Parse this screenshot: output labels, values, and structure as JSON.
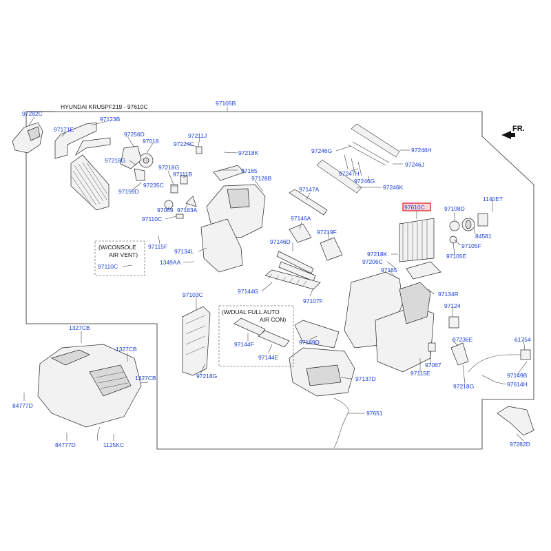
{
  "title": "HYUNDAI KRUSPF219 - 97610C",
  "orientation_label": "FR.",
  "highlighted_part": "97610C",
  "notes": {
    "console_vent_line1": "(W/CONSOLE",
    "console_vent_line2": "AIR VENT)",
    "dual_auto_line1": "(W/DUAL FULL AUTO",
    "dual_auto_line2": "AIR CON)"
  },
  "part_numbers": {
    "p97105B": "97105B",
    "p97282C_top": "97282C",
    "p97171E": "97171E",
    "p97123B": "97123B",
    "p97256D": "97256D",
    "p97018": "97018",
    "p97218G_a": "97218G",
    "p97159D": "97159D",
    "p97224C": "97224C",
    "p97211J": "97211J",
    "p97218G_b": "97218G",
    "p97111B": "97111B",
    "p97235C": "97235C",
    "p97069": "97069",
    "p97183A": "97183A",
    "p97110C": "97110C",
    "p97218K_a": "97218K",
    "p97165_a": "97165",
    "p97128B": "97128B",
    "p97246G_a": "97246G",
    "p97246H": "97246H",
    "p97246J": "97246J",
    "p97247H": "97247H",
    "p97246G_b": "97246G",
    "p97246K": "97246K",
    "p97147A": "97147A",
    "p97610C": "97610C",
    "p97108D": "97108D",
    "p1140ET": "1140ET",
    "p84581": "84581",
    "p97105F": "97105F",
    "p97105E": "97105E",
    "p97146A": "97146A",
    "p97219F": "97219F",
    "p97146D": "97146D",
    "p97115F": "97115F",
    "p97134L": "97134L",
    "p97110C_b": "97110C",
    "p1349AA": "1349AA",
    "p97218K_b": "97218K",
    "p97206C": "97206C",
    "p97165_b": "97165",
    "p97144G": "97144G",
    "p97107F": "97107F",
    "p97134R": "97134R",
    "p97124": "97124",
    "p97103C": "97103C",
    "p97144F": "97144F",
    "p97144E": "97144E",
    "p97189D": "97189D",
    "p97236E": "97236E",
    "p61754": "61754",
    "p97067": "97067",
    "p97115E": "97115E",
    "p97218G_c": "97218G",
    "p97149B": "97149B",
    "p97614H": "97614H",
    "p97137D": "97137D",
    "p97218G_d": "97218G",
    "p1327CB_a": "1327CB",
    "p1327CB_b": "1327CB",
    "p1327CB_c": "1327CB",
    "p84777D_a": "84777D",
    "p84777D_b": "84777D",
    "p1125KC": "1125KC",
    "p97651": "97651",
    "p97282D": "97282D"
  },
  "colors": {
    "label_blue": "#1a3fd6",
    "highlight_red": "#e01010",
    "highlight_fill": "#ffd6d6",
    "line": "#222222"
  },
  "icons": {
    "orientation": "forward-arrow-icon"
  }
}
